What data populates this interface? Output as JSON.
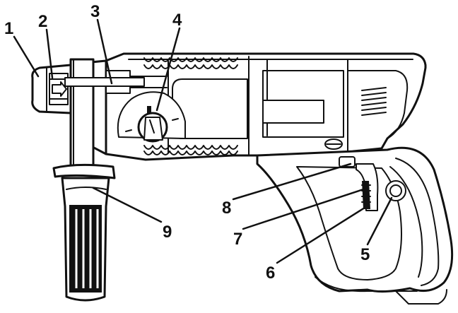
{
  "diagram": {
    "callouts": [
      "1",
      "2",
      "3",
      "4",
      "5",
      "6",
      "7",
      "8",
      "9"
    ]
  },
  "colors": {
    "ink": "#111111",
    "background": "#ffffff"
  }
}
